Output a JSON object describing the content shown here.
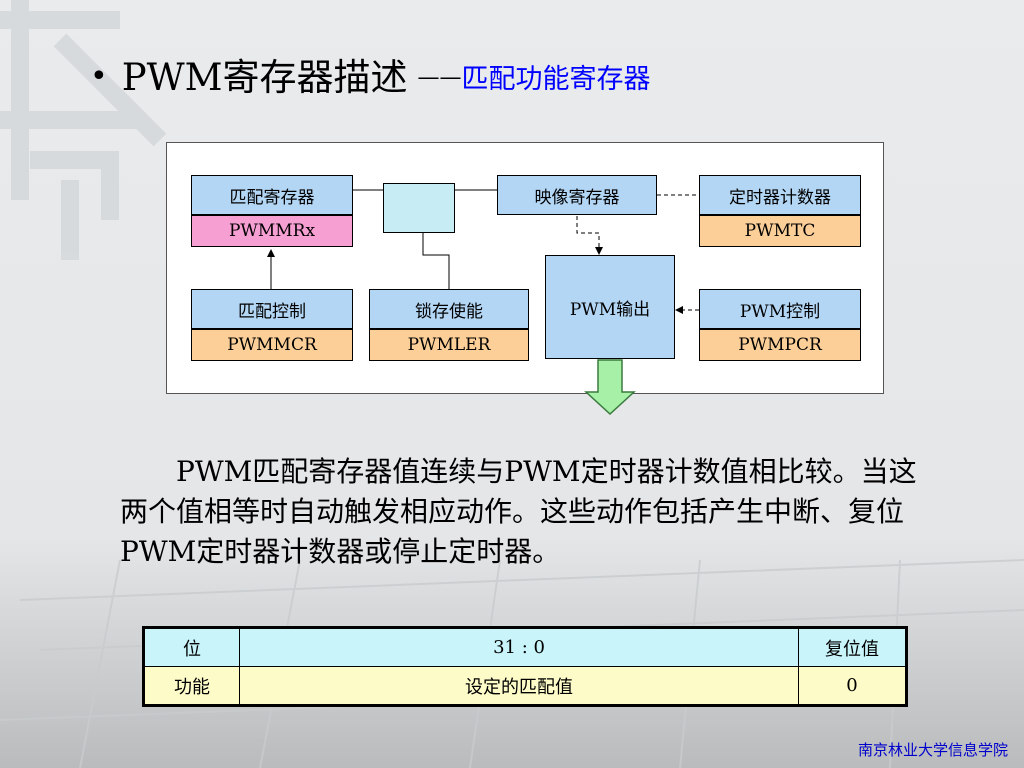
{
  "title": {
    "bullet": "•",
    "main": "PWM寄存器描述",
    "dash": "——",
    "sub": "匹配功能寄存器"
  },
  "diagram": {
    "match_reg": {
      "cn": "匹配寄存器",
      "en": "PWMMRx"
    },
    "shadow_reg": {
      "cn": "映像寄存器"
    },
    "timer_counter": {
      "cn": "定时器计数器",
      "en": "PWMTC"
    },
    "match_ctrl": {
      "cn": "匹配控制",
      "en": "PWMMCR"
    },
    "latch_enable": {
      "cn": "锁存使能",
      "en": "PWMLER"
    },
    "pwm_output": {
      "cn": "PWM输出"
    },
    "pwm_ctrl": {
      "cn": "PWM控制",
      "en": "PWMPCR"
    }
  },
  "paragraph": "PWM匹配寄存器值连续与PWM定时器计数值相比较。当这两个值相等时自动触发相应动作。这些动作包括产生中断、复位PWM定时器计数器或停止定时器。",
  "table": {
    "header": [
      "位",
      "31 : 0",
      "复位值"
    ],
    "row": [
      "功能",
      "设定的匹配值",
      "0"
    ]
  },
  "footer": "南京林业大学信息学院"
}
